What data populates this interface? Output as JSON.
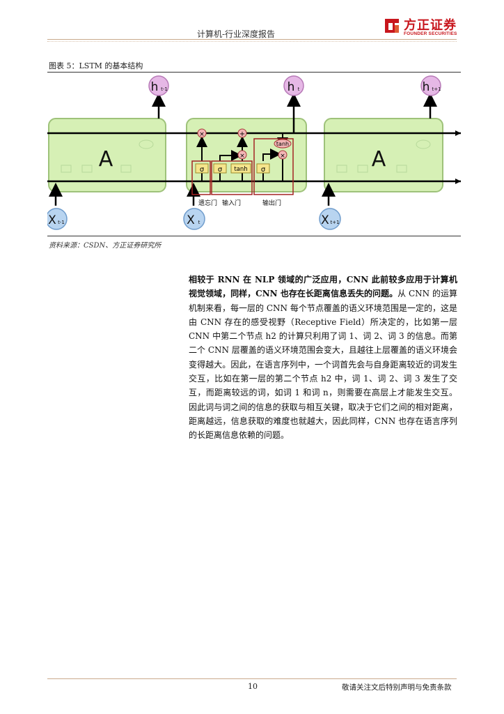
{
  "header": {
    "title": "计算机-行业深度报告",
    "logo_cn": "方正证券",
    "logo_en": "FOUNDER SECURITIES"
  },
  "figure": {
    "caption": "图表 5：LSTM 的基本结构",
    "cell_label": "A",
    "h_prev": "h",
    "h_prev_sub": "t-1",
    "h_cur": "h",
    "h_cur_sub": "t",
    "h_next": "h",
    "h_next_sub": "t+1",
    "x_prev": "X",
    "x_prev_sub": "t-1",
    "x_cur": "X",
    "x_cur_sub": "t",
    "x_next": "X",
    "x_next_sub": "t+1",
    "sigma": "σ",
    "tanh": "tanh",
    "times": "×",
    "plus": "+",
    "gate_forget": "遗忘门",
    "gate_input": "输入门",
    "gate_output": "输出门",
    "source": "资料来源：CSDN、方正证券研究所"
  },
  "body": {
    "bold_text": "相较于 RNN 在 NLP 领域的广泛应用，CNN 此前较多应用于计算机视觉领域，同样，CNN 也存在长距离信息丢失的问题。",
    "text": "从 CNN 的运算机制来看，每一层的 CNN 每个节点覆盖的语义环境范围是一定的，这是由 CNN 存在的感受视野（Receptive Field）所决定的，比如第一层 CNN 中第二个节点 h2 的计算只利用了词 1、词 2、词 3 的信息。而第二个 CNN 层覆盖的语义环境范围会变大，且越往上层覆盖的语义环境会变得越大。因此，在语言序列中，一个词首先会与自身距离较近的词发生交互，比如在第一层的第二个节点 h2 中，词 1、词 2、词 3 发生了交互，而距离较远的词，如词 1 和词 n，则需要在高层上才能发生交互。因此词与词之间的信息的获取与相互关键，取决于它们之间的相对距离，距离越远，信息获取的难度也就越大，因此同样，CNN 也存在语言序列的长距离信息依赖的问题。"
  },
  "footer": {
    "page_number": "10",
    "note": "敬请关注文后特别声明与免责条款"
  }
}
